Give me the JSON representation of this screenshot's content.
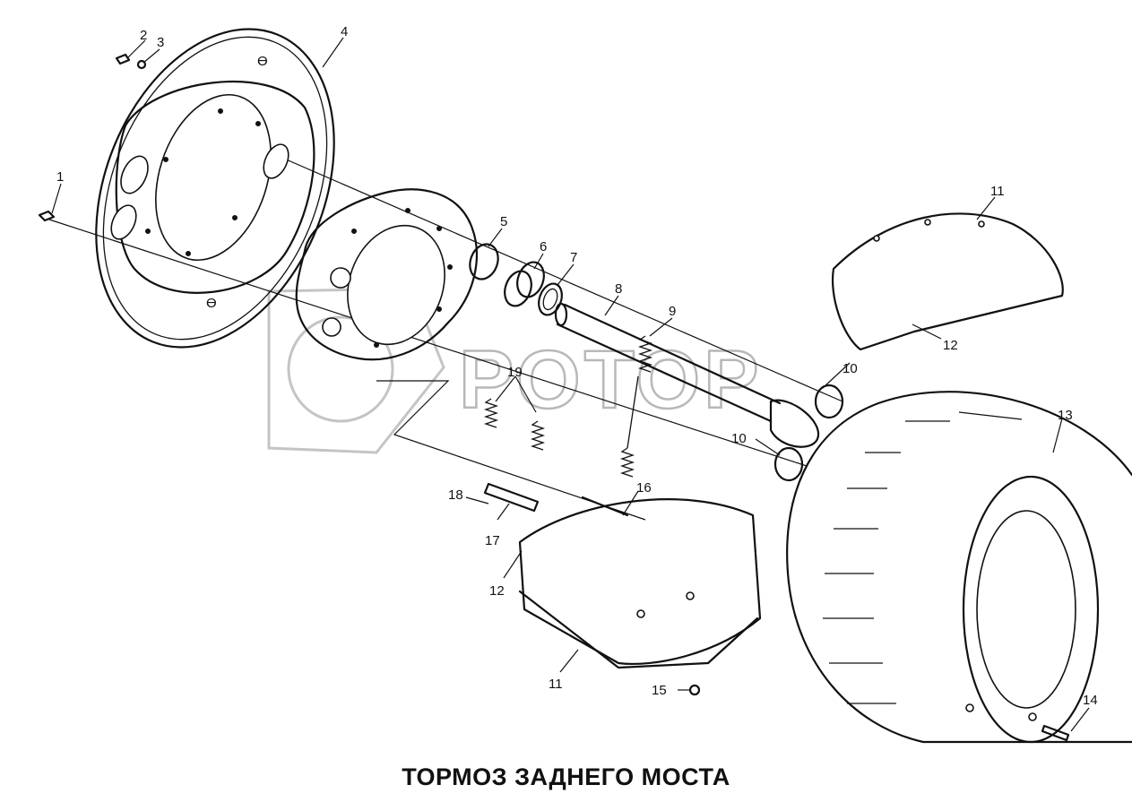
{
  "caption": "ТОРМОЗ ЗАДНЕГО МОСТА",
  "watermark": "РОТОР",
  "callouts": [
    "1",
    "2",
    "3",
    "4",
    "5",
    "6",
    "7",
    "8",
    "9",
    "10",
    "10",
    "11",
    "11",
    "12",
    "12",
    "13",
    "14",
    "15",
    "16",
    "17",
    "18",
    "19"
  ]
}
